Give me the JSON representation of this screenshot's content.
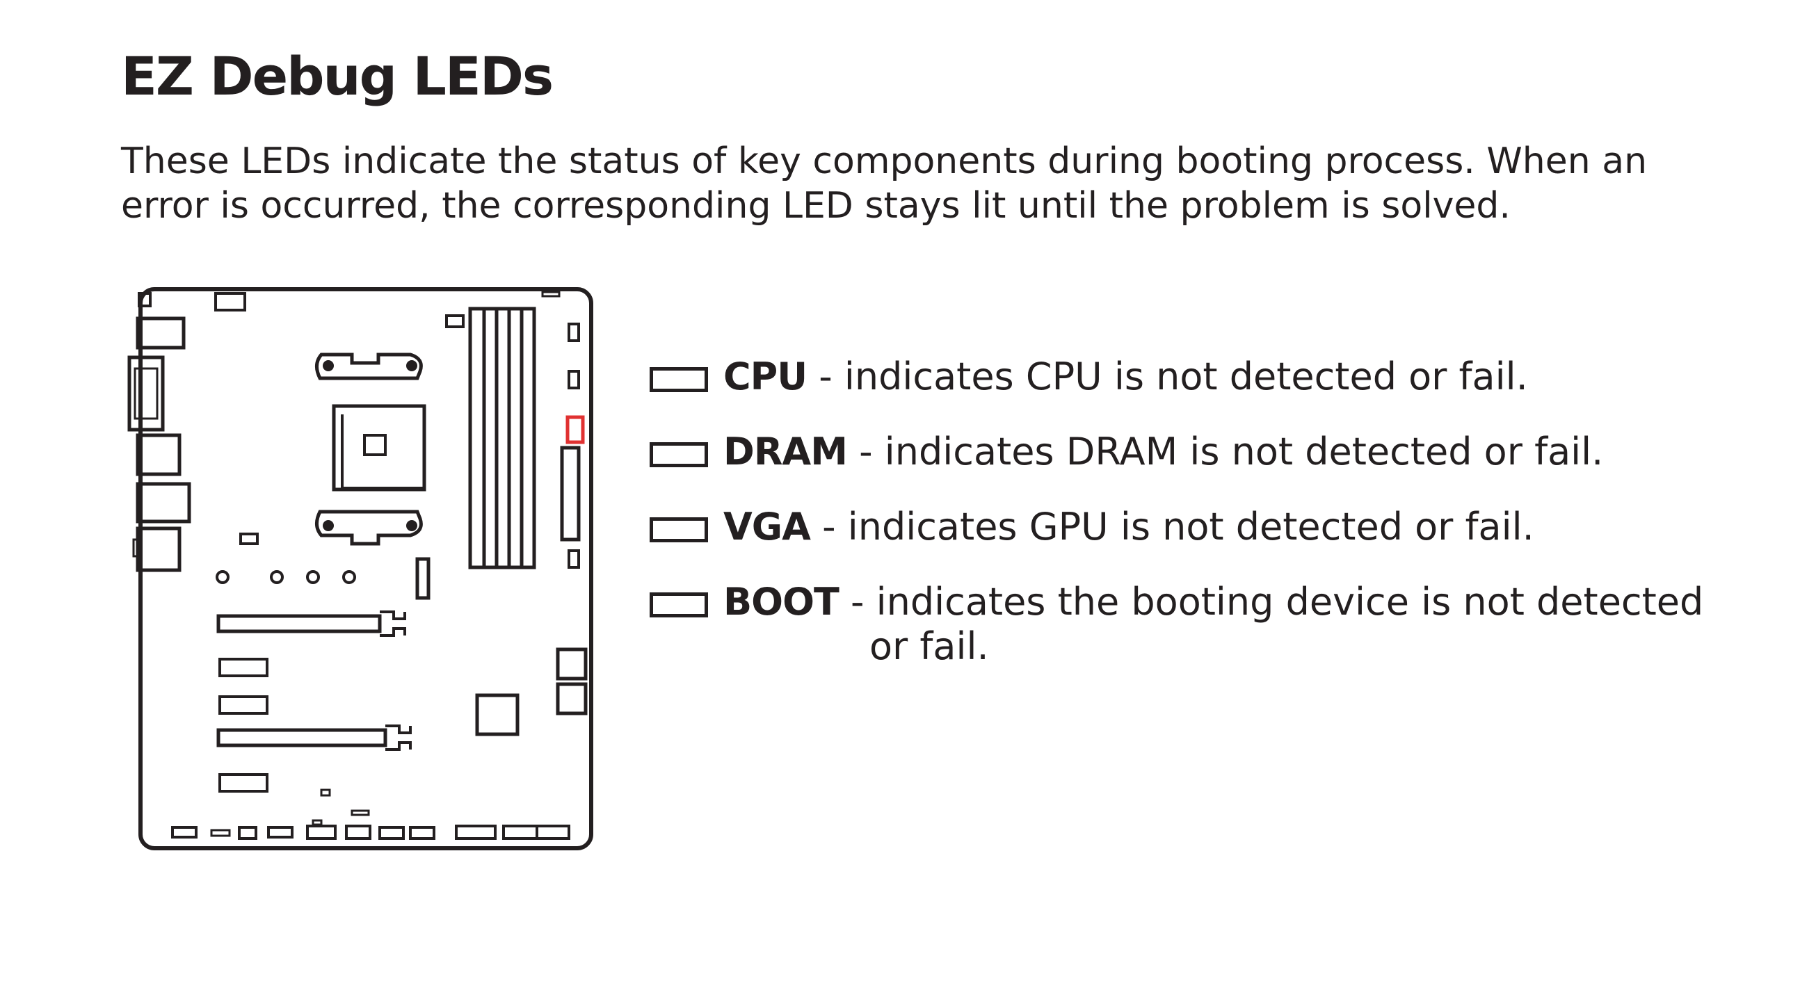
{
  "title": "EZ Debug LEDs",
  "intro": {
    "line1": "These LEDs indicate the status of key components during booting process. When an",
    "line2": "error is occurred, the corresponding LED stays lit until the problem is solved."
  },
  "highlight_color": "#e03131",
  "legend": [
    {
      "name": "CPU",
      "text": " - indicates CPU is not detected or fail.",
      "text2": ""
    },
    {
      "name": "DRAM",
      "text": " - indicates DRAM is not detected or fail.",
      "text2": ""
    },
    {
      "name": "VGA",
      "text": " - indicates GPU is not detected or fail.",
      "text2": ""
    },
    {
      "name": "BOOT",
      "text": " - indicates the booting device is not detected",
      "text2": "or fail."
    }
  ]
}
